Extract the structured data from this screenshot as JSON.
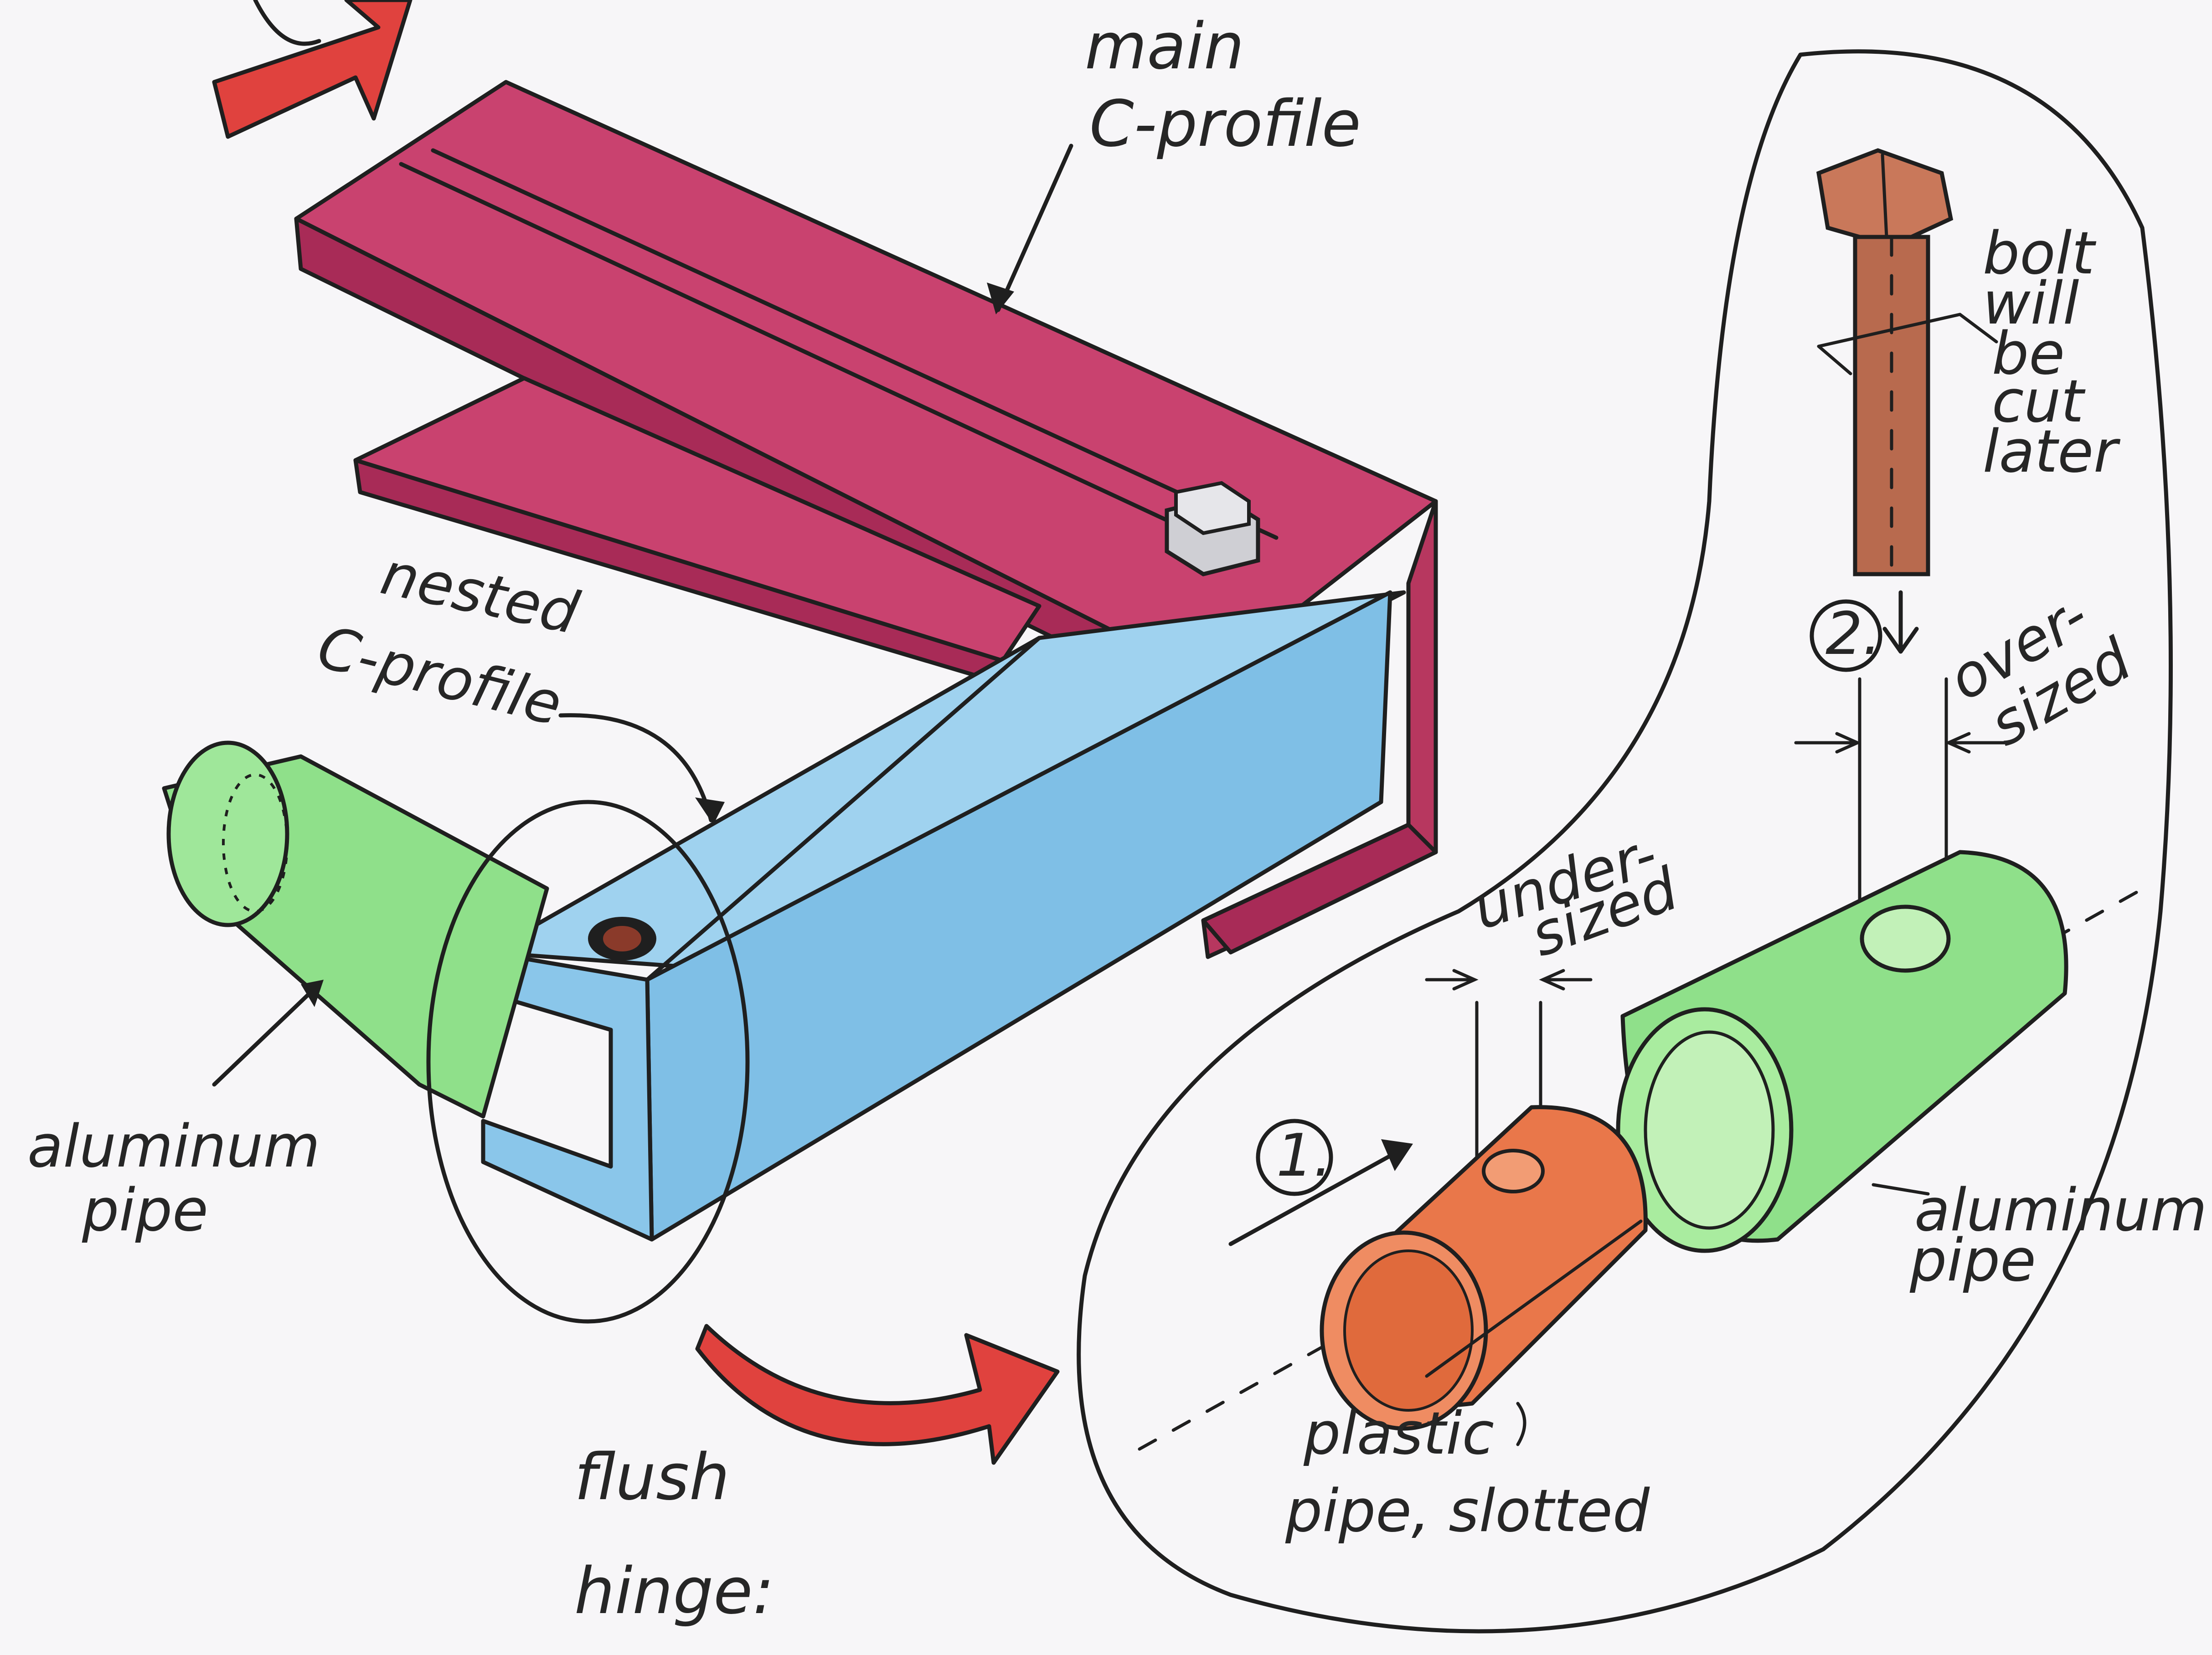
{
  "labels": {
    "main_c_profile_1": "main",
    "main_c_profile_2": "C-profile",
    "nested_c_profile_1": "nested",
    "nested_c_profile_2": "C-profile",
    "aluminum_pipe_left_1": "aluminum",
    "aluminum_pipe_left_2": "pipe",
    "flush_hinge_1": "flush",
    "flush_hinge_2": "hinge:",
    "bolt_note_1": "bolt",
    "bolt_note_2": "will",
    "bolt_note_3": "be",
    "bolt_note_4": "cut",
    "bolt_note_5": "later",
    "step_two": "2.",
    "oversized_1": "over-",
    "oversized_2": "sized",
    "undersized_1": "under-",
    "undersized_2": "sized",
    "step_one": "1.",
    "aluminum_pipe_right_1": "aluminum",
    "aluminum_pipe_right_2": "pipe",
    "plastic_pipe_1": "plastic",
    "plastic_pipe_2": "pipe, slotted"
  },
  "colors": {
    "main_profile": "#c9426f",
    "main_profile_dark": "#a82b57",
    "nested_profile": "#7fbfe6",
    "aluminum_pipe": "#8fe08a",
    "plastic_pipe": "#e9774a",
    "bolt": "#b86a4e",
    "arrow_red": "#e0423e",
    "paper": "#f7f6f8"
  }
}
